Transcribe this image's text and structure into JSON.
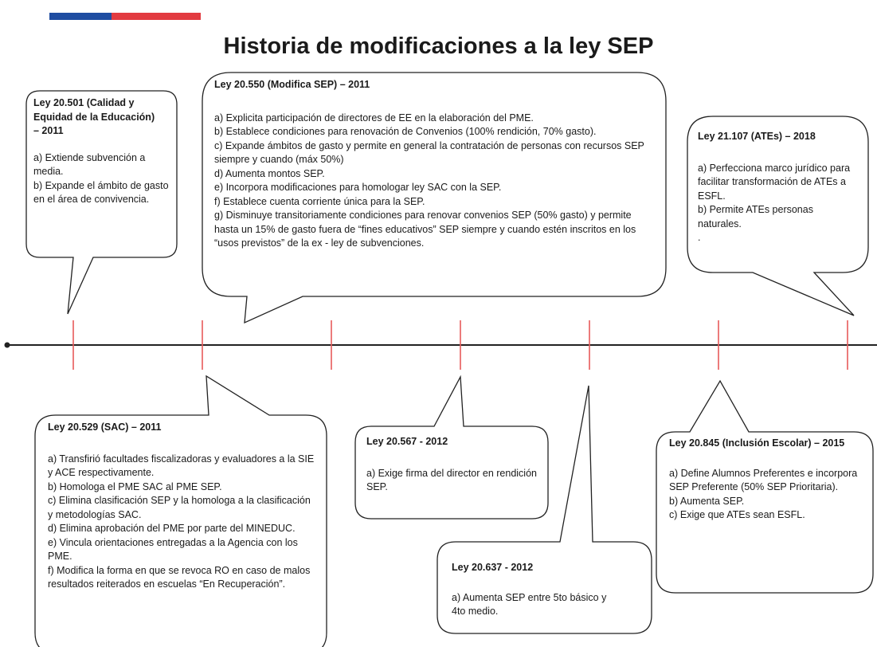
{
  "title": "Historia de modificaciones a la ley SEP",
  "brand": {
    "flag_colors": [
      "#1f4da1",
      "#e23b40"
    ]
  },
  "timeline": {
    "line_color": "#222222",
    "tick_color": "#e85a5a",
    "tick_count": 7
  },
  "events": {
    "ley_20501": {
      "heading": "Ley 20.501 (Calidad y\nEquidad de la Educación)\n– 2011",
      "items": [
        "a) Extiende subvención a media.",
        "b) Expande el ámbito de gasto en el área de convivencia."
      ]
    },
    "ley_20550": {
      "heading": "Ley 20.550 (Modifica SEP) – 2011",
      "items": [
        "a) Explicita participación de directores de EE en la elaboración del PME.",
        "b) Establece condiciones para renovación de Convenios (100% rendición, 70% gasto).",
        "c) Expande ámbitos de gasto y permite en general la contratación de personas con recursos SEP siempre y cuando (máx 50%)",
        "d) Aumenta montos SEP.",
        "e) Incorpora modificaciones para homologar ley SAC con la SEP.",
        "f) Establece cuenta corriente única para la SEP.",
        "g) Disminuye transitoriamente condiciones para renovar convenios SEP (50% gasto) y permite hasta un 15% de gasto fuera de “fines educativos” SEP siempre y cuando estén inscritos en los “usos previstos” de la ex - ley de subvenciones."
      ]
    },
    "ley_21107": {
      "heading": "Ley 21.107 (ATEs) – 2018",
      "items": [
        "a) Perfecciona marco jurídico para facilitar transformación de ATEs a ESFL.",
        "b) Permite ATEs personas naturales."
      ],
      "trailing": "."
    },
    "ley_20529": {
      "heading": "Ley 20.529 (SAC) – 2011",
      "items": [
        "a) Transfirió facultades fiscalizadoras y evaluadores a la SIE y ACE respectivamente.",
        "b) Homologa el PME SAC al PME SEP.",
        "c) Elimina clasificación SEP y la homologa a la clasificación y metodologías SAC.",
        "d) Elimina aprobación del PME por parte del MINEDUC.",
        "e) Vincula orientaciones entregadas a la Agencia con los PME.",
        "f) Modifica la forma en que se revoca RO en caso de malos resultados reiterados en escuelas “En Recuperación”."
      ]
    },
    "ley_20567": {
      "heading": "Ley 20.567 - 2012",
      "items": [
        "a) Exige firma del director en rendición SEP."
      ]
    },
    "ley_20637": {
      "heading": "Ley 20.637 - 2012",
      "items": [
        "a) Aumenta SEP entre 5to básico y 4to medio."
      ]
    },
    "ley_20845": {
      "heading": "Ley 20.845 (Inclusión Escolar) – 2015",
      "items": [
        "a) Define Alumnos Preferentes e incorpora SEP Preferente (50% SEP Prioritaria).",
        "b) Aumenta SEP.",
        "c) Exige que ATEs sean ESFL."
      ]
    }
  }
}
